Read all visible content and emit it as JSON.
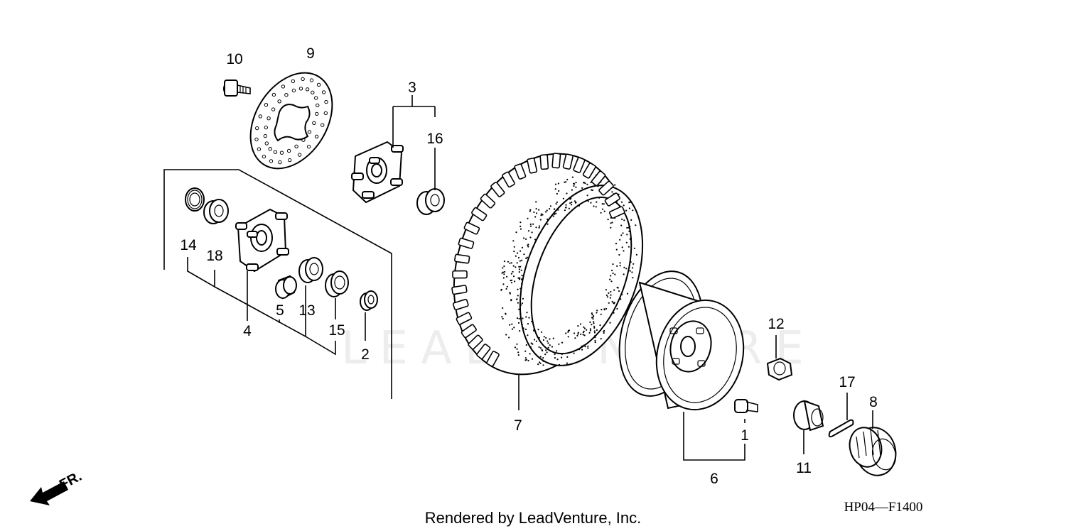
{
  "diagram": {
    "callouts": [
      "10",
      "9",
      "3",
      "16",
      "14",
      "18",
      "4",
      "5",
      "13",
      "15",
      "2",
      "7",
      "6",
      "1",
      "12",
      "11",
      "17",
      "8"
    ],
    "direction_label": "FR.",
    "footer_text": "Rendered by LeadVenture, Inc.",
    "part_code": "HP04—F1400",
    "watermark": "LEADVENTURE"
  }
}
